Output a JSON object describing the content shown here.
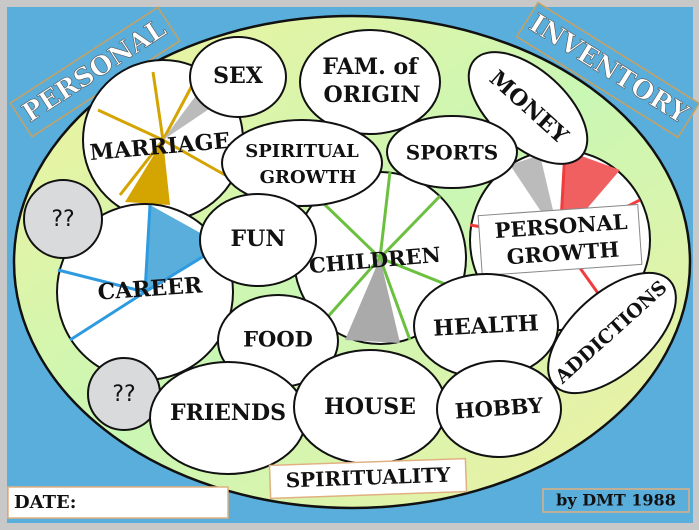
{
  "title_left": "PERSONAL",
  "title_right": "INVENTORY",
  "bubbles": {
    "sex": "SEX",
    "fam_line1": "FAM. of",
    "fam_line2": "ORIGIN",
    "money": "MONEY",
    "marriage": "MARRIAGE",
    "spiritual_line1": "SPIRITUAL",
    "spiritual_line2": "GROWTH",
    "sports": "SPORTS",
    "unknown_top": "??",
    "career": "CAREER",
    "fun": "FUN",
    "children": "CHILDREN",
    "personal_line1": "PERSONAL",
    "personal_line2": "GROWTH",
    "food": "FOOD",
    "health": "HEALTH",
    "addictions": "ADDICTIONS",
    "unknown_bottom": "??",
    "friends": "FRIENDS",
    "house": "HOUSE",
    "hobby": "HOBBY"
  },
  "spirituality": "SPIRITUALITY",
  "date_label": "DATE:",
  "credit": "by DMT 1988",
  "colors": {
    "background": "#5aaedc",
    "marriage_accent": "#d4a400",
    "career_accent": "#2e9be0",
    "children_accent": "#6cc040",
    "growth_accent": "#f03c3c"
  }
}
